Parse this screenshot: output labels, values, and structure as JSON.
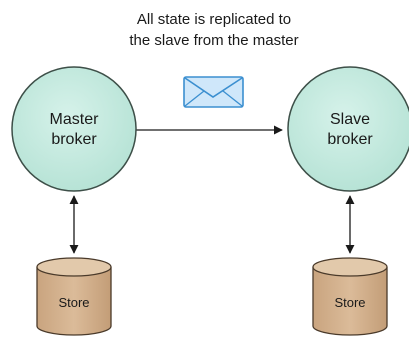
{
  "caption": {
    "line1": "All state is replicated to",
    "line2": "the slave from the master"
  },
  "master": {
    "line1": "Master",
    "line2": "broker",
    "store_label": "Store"
  },
  "slave": {
    "line1": "Slave",
    "line2": "broker",
    "store_label": "Store"
  },
  "icons": {
    "message": "envelope-icon"
  },
  "colors": {
    "broker_fill": "#c7ece1",
    "broker_stroke": "#3d4f48",
    "store_fill": "#d3b18f",
    "store_top": "#e2c9ab",
    "store_stroke": "#4a3a2a",
    "envelope_fill": "#cfe7fa",
    "envelope_stroke": "#3b8fd0",
    "arrow": "#1a1a1a"
  }
}
